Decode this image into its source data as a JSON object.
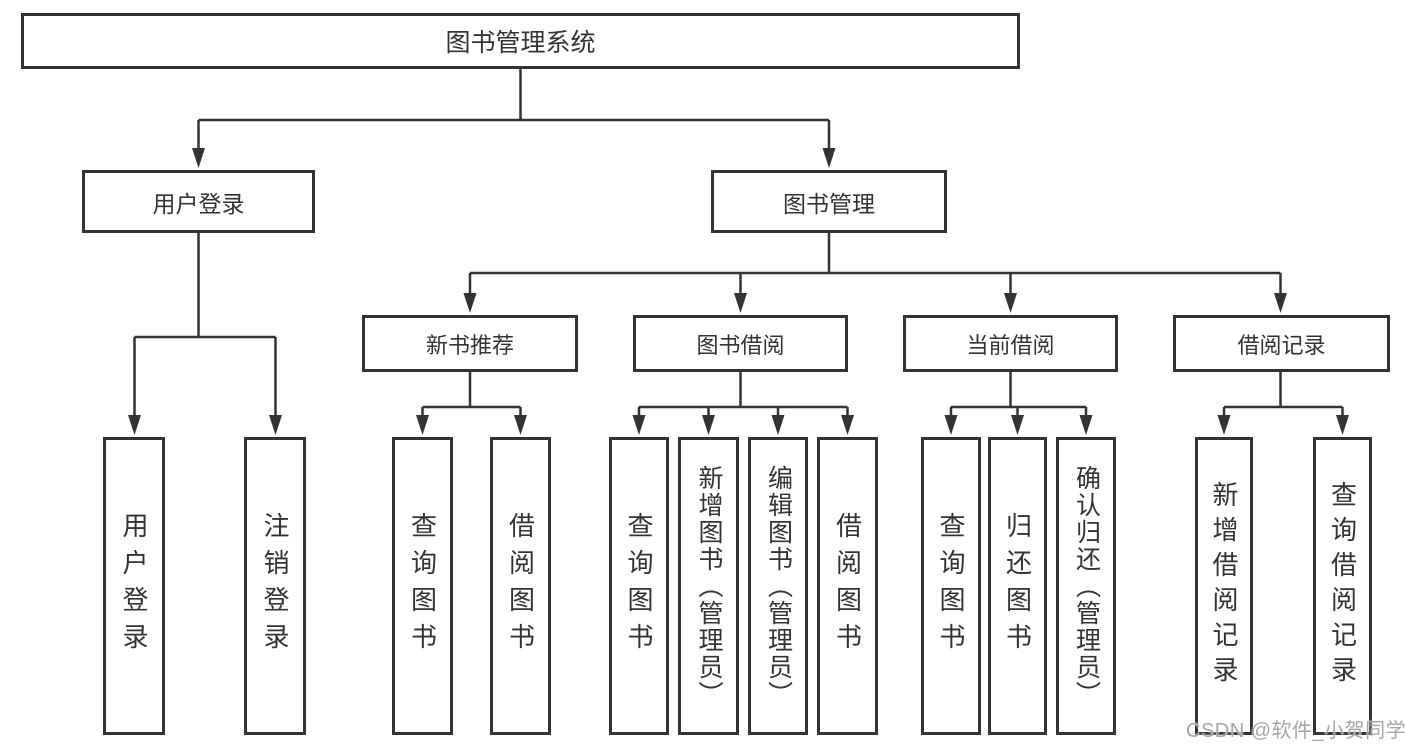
{
  "diagram": {
    "title": "图书管理系统",
    "level2": {
      "user_login": "用户登录",
      "book_mgmt": "图书管理"
    },
    "level3": {
      "new_book_rec": "新书推荐",
      "book_borrow": "图书借阅",
      "current_borrow": "当前借阅",
      "borrow_records": "借阅记录"
    },
    "leaves": [
      "用户登录",
      "注销登录",
      "查询图书",
      "借阅图书",
      "查询图书",
      "新增图书（管理员）",
      "编辑图书（管理员）",
      "借阅图书",
      "查询图书",
      "归还图书",
      "确认归还（管理员）",
      "新增借阅记录",
      "查询借阅记录"
    ]
  },
  "watermark": {
    "text": "CSDN @软件_小贺同学"
  },
  "colors": {
    "line": "#333333",
    "text": "#333333",
    "watermark": "#a6a6a6",
    "background": "#ffffff"
  }
}
